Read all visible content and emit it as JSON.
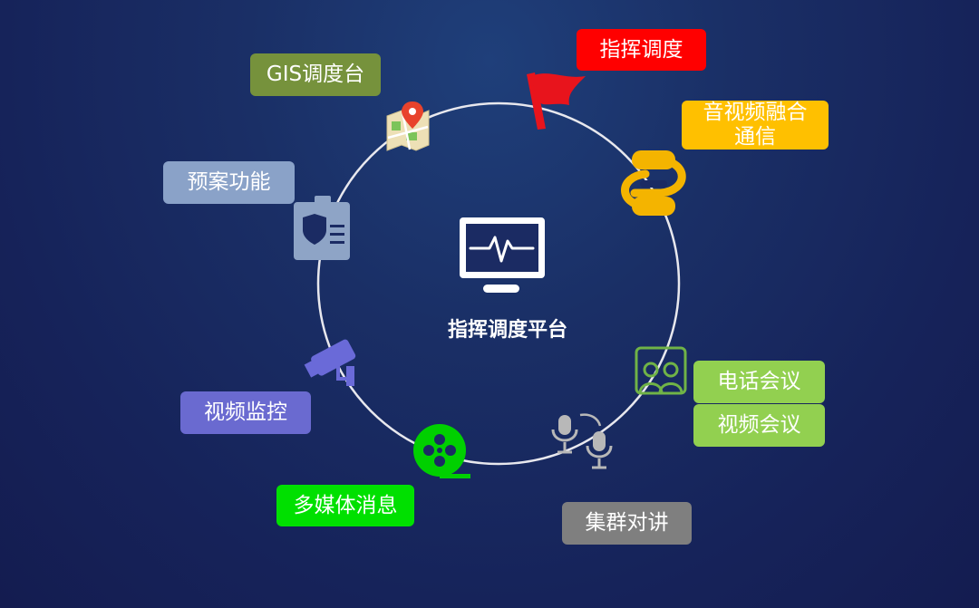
{
  "center": {
    "title": "指挥调度平台",
    "icon": "monitor-pulse-icon"
  },
  "modules": [
    {
      "id": "command",
      "label": "指挥调度",
      "color": "#ff0000",
      "icon": "red-flag-icon"
    },
    {
      "id": "av",
      "label": "音视频融合\n通信",
      "color": "#ffc000",
      "icon": "chain-link-icon"
    },
    {
      "id": "phone",
      "label": "电话会议",
      "color": "#92d050",
      "icon": "conference-people-icon"
    },
    {
      "id": "video-conf",
      "label": "视频会议",
      "color": "#92d050",
      "icon": "conference-people-icon"
    },
    {
      "id": "ptt",
      "label": "集群对讲",
      "color": "#7f7f7f",
      "icon": "microphones-icon"
    },
    {
      "id": "multimedia",
      "label": "多媒体消息",
      "color": "#00e000",
      "icon": "film-reel-icon"
    },
    {
      "id": "surveillance",
      "label": "视频监控",
      "color": "#6a6ad0",
      "icon": "cctv-camera-icon"
    },
    {
      "id": "plan",
      "label": "预案功能",
      "color": "#8aa2c8",
      "icon": "shield-document-icon"
    },
    {
      "id": "gis",
      "label": "GIS调度台",
      "color": "#76923c",
      "icon": "map-pin-icon"
    }
  ]
}
